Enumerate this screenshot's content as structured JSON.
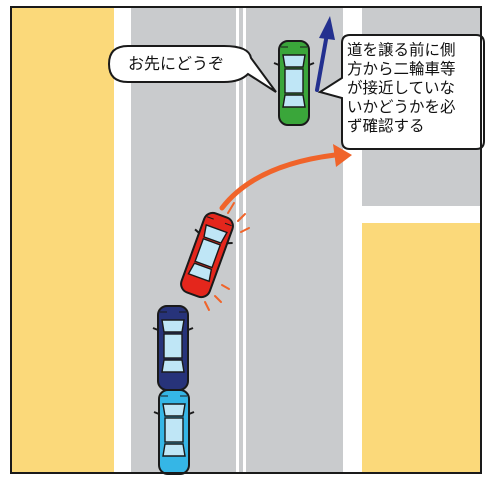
{
  "colors": {
    "sidewalk": "#fbd97a",
    "road": "#c9cbcd",
    "line": "#ffffff",
    "outline": "#1a1a1a",
    "car_red": "#e4261c",
    "car_green": "#3aa63a",
    "car_navy": "#27337a",
    "car_blue": "#35b6e6",
    "glass": "#bfe6f6",
    "arrow_orange": "#f0642a",
    "arrow_blue": "#23308f"
  },
  "speech_bubble_yield": {
    "text": "お先にどうぞ"
  },
  "speech_bubble_warning": {
    "lines": [
      "道を譲る前に側",
      "方から二輪車等",
      "が接近していな",
      "いかどうかを必",
      "ず確認する"
    ]
  },
  "icons": {
    "turn_arrow": "curved-arrow-right-icon",
    "straight_arrow": "arrow-up-icon"
  }
}
